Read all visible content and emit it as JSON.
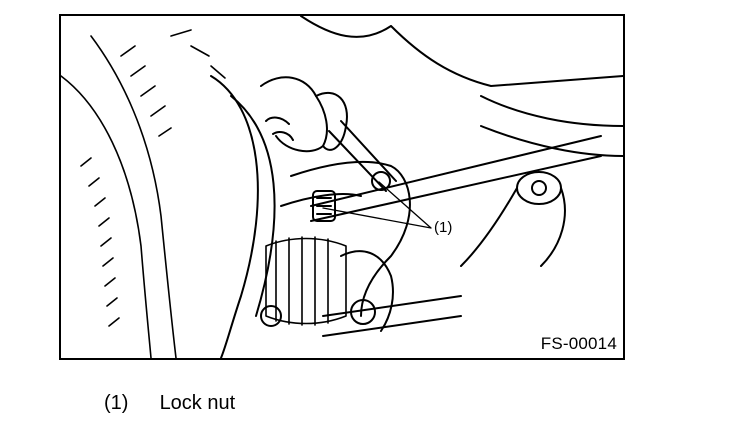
{
  "figure": {
    "id_label": "FS-00014",
    "callout": "(1)"
  },
  "legend": {
    "number": "(1)",
    "text": "Lock nut"
  }
}
